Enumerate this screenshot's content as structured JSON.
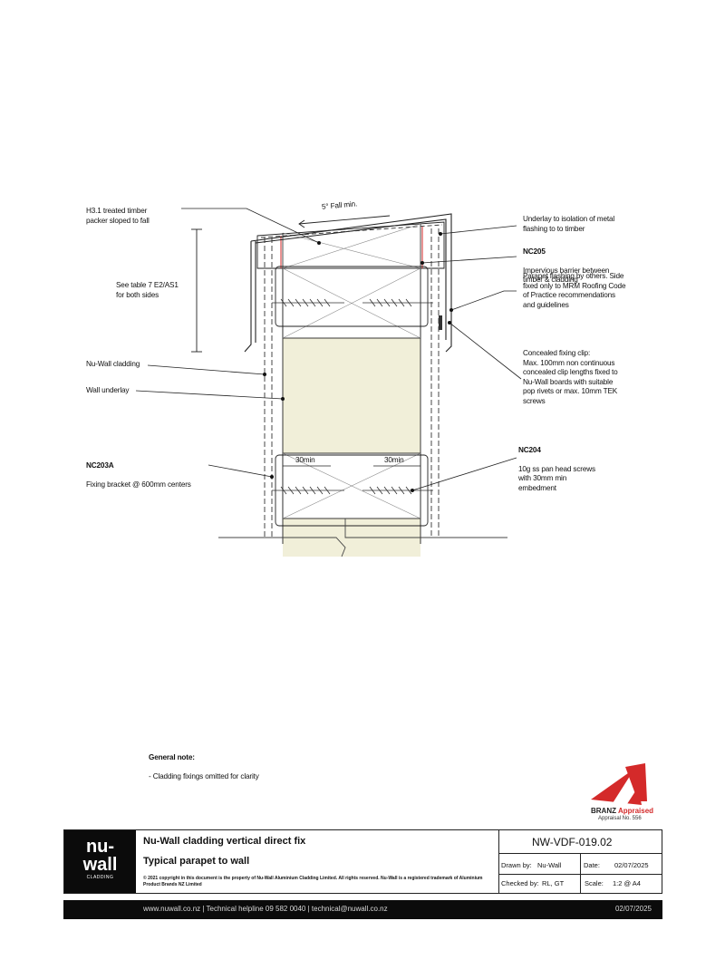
{
  "annotations": {
    "fall": "5° Fall min.",
    "packer": "H3.1 treated timber\npacker sloped to fall",
    "see_table": "See table 7 E2/AS1\nfor both sides",
    "cladding": "Nu-Wall cladding",
    "underlay": "Wall underlay",
    "bracket_code": "NC203A",
    "bracket_text": "Fixing bracket @ 600mm centers",
    "underlay_isolation": "Underlay to isolation of metal\nflashing to to timber",
    "nc205_code": "NC205",
    "nc205_text": "Impervious barrier between\ntimber & cladding",
    "parapet_flashing": "Parapet flashing by others. Side\nfixed only to MRM Roofing Code\nof Practice recommendations\nand guidelines",
    "clip": "Concealed fixing clip:\nMax. 100mm non continuous\nconcealed clip lengths fixed to\nNu-Wall boards with suitable\npop rivets or max. 10mm TEK\nscrews",
    "nc204_code": "NC204",
    "nc204_text": "10g ss pan head screws\nwith 30mm min\nembedment",
    "dim_left": "30min",
    "dim_right": "30min"
  },
  "general_note": {
    "heading": "General note:",
    "text": "- Cladding fixings omitted for clarity"
  },
  "branz": {
    "name": "BRANZ",
    "appraised": "Appraised",
    "number": "Appraisal No. 556"
  },
  "title_block": {
    "logo_top": "nu-",
    "logo_bottom": "wall",
    "logo_sub": "CLADDING",
    "title": "Nu-Wall cladding vertical direct fix",
    "subtitle": "Typical parapet to wall",
    "copyright": "© 2021 copyright in this document is the property of Nu-Wall Aluminium Cladding Limited. All rights reserved. Nu-Wall is a registered trademark of Aluminium Product Brands NZ Limited",
    "drawing_no": "NW-VDF-019.02",
    "drawn_label": "Drawn by:",
    "drawn_value": "Nu-Wall",
    "date_label": "Date:",
    "date_value": "02/07/2025",
    "checked_label": "Checked by:",
    "checked_value": "RL, GT",
    "scale_label": "Scale:",
    "scale_value": "1:2 @ A4"
  },
  "footer": {
    "contacts": "www.nuwall.co.nz  |  Technical helpline 09 582 0040  |  technical@nuwall.co.nz",
    "date": "02/07/2025"
  },
  "colors": {
    "infill": "#f1efd9",
    "accent_red": "#d42a2a",
    "footer_bg": "#0b0b0b"
  }
}
